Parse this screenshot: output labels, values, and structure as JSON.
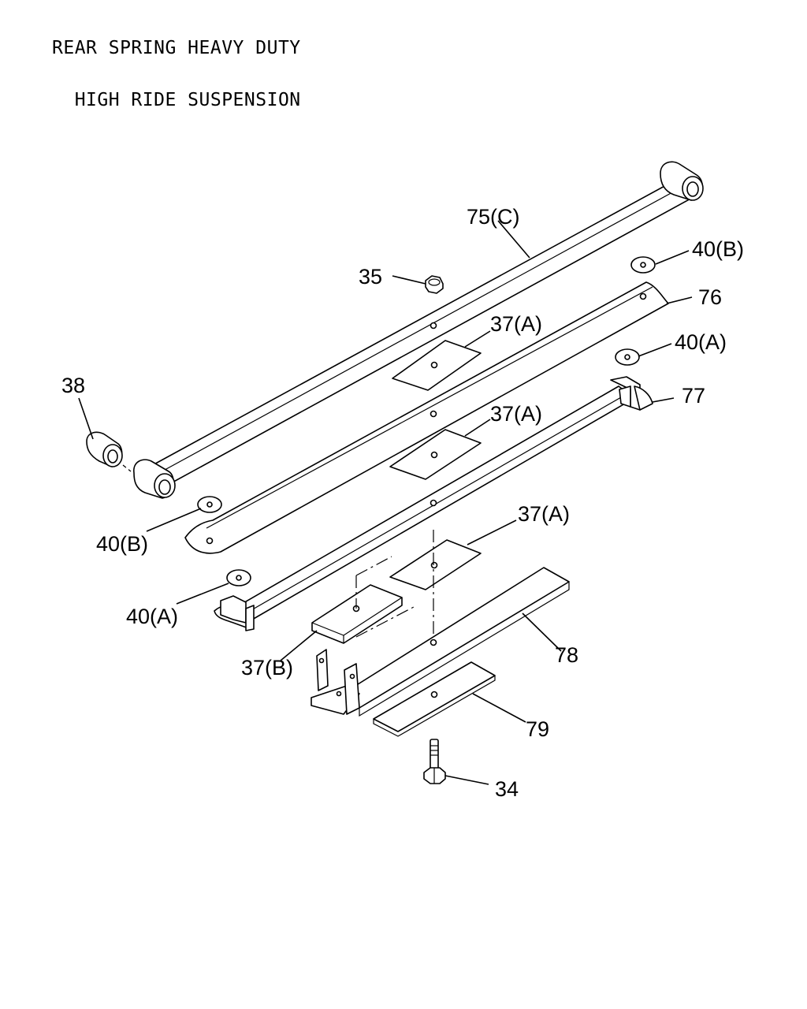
{
  "title": {
    "line1": "REAR SPRING HEAVY DUTY",
    "line2": "  HIGH RIDE SUSPENSION"
  },
  "callouts": {
    "c75": "75(C)",
    "c35": "35",
    "c40b_top": "40(B)",
    "c76": "76",
    "c37a_1": "37(A)",
    "c40a_top": "40(A)",
    "c38": "38",
    "c77": "77",
    "c37a_2": "37(A)",
    "c37a_3": "37(A)",
    "c40b_left": "40(B)",
    "c40a_left": "40(A)",
    "c78": "78",
    "c37b": "37(B)",
    "c79": "79",
    "c34": "34"
  }
}
